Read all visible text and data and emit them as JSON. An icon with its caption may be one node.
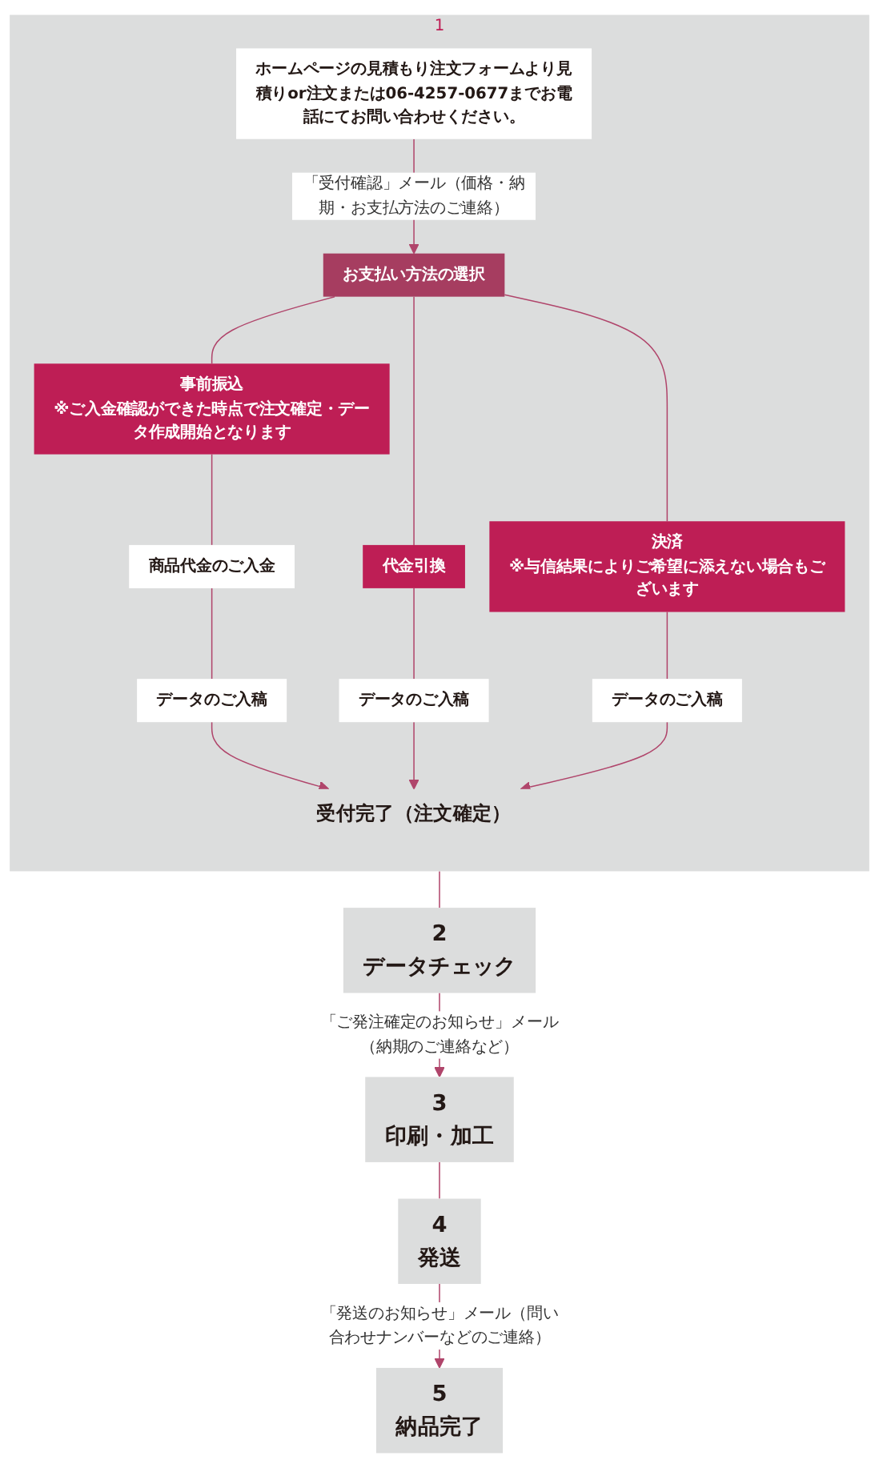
{
  "diagram": {
    "nodes": [
      {
        "text": [
          "1"
        ]
      },
      {
        "text": [
          "ホームページの見積もり注文フォームより見積りor注文または06-4257-0677までお電話にてお問い合わせください。"
        ],
        "in": 0
      },
      {
        "text": [
          "お支払い方法の選択"
        ],
        "in": 0
      },
      {
        "text": [
          "事前振込",
          "※ご入金確認ができた時点で注文確定・データ作成開始となります"
        ],
        "in": 0
      },
      {
        "text": [
          "代金引換"
        ],
        "in": 0
      },
      {
        "text": [
          "決済",
          "※与信結果によりご希望に添えない場合もございます"
        ],
        "in": 0
      },
      {
        "text": [
          "商品代金のご入金"
        ],
        "in": 0
      },
      {
        "text": [
          "データのご入稿"
        ],
        "in": 0
      },
      {
        "text": [
          "データのご入稿"
        ],
        "in": 0
      },
      {
        "text": [
          "データのご入稿"
        ],
        "in": 0
      },
      {
        "text": [
          "受付完了（注文確定）"
        ],
        "in": 0
      },
      {
        "text": [
          "2",
          "データチェック"
        ]
      },
      {
        "text": [
          "3",
          "印刷・加工"
        ]
      },
      {
        "text": [
          "4",
          "発送"
        ]
      },
      {
        "text": [
          "5",
          "納品完了"
        ]
      }
    ],
    "edges": [
      {
        "from": 1,
        "to": 2,
        "arrow": "to",
        "label": "「受付確認」メール（価格・納期・お支払方法のご連絡）"
      },
      {
        "from": 2,
        "to": 3,
        "arrow": "none"
      },
      {
        "from": 2,
        "to": 4,
        "arrow": "none"
      },
      {
        "from": 2,
        "to": 5,
        "arrow": "none"
      },
      {
        "from": 3,
        "to": 6,
        "arrow": "none"
      },
      {
        "from": 6,
        "to": 7,
        "arrow": "none"
      },
      {
        "from": 4,
        "to": 8,
        "arrow": "none"
      },
      {
        "from": 5,
        "to": 9,
        "arrow": "none"
      },
      {
        "from": 7,
        "to": 10,
        "arrow": "to"
      },
      {
        "from": 8,
        "to": 10,
        "arrow": "to"
      },
      {
        "from": 9,
        "to": 10,
        "arrow": "to"
      },
      {
        "from": 0,
        "to": 11,
        "arrow": "none"
      },
      {
        "from": 11,
        "to": 12,
        "arrow": "to",
        "label": "「ご発注確定のお知らせ」メール（納期のご連絡など）"
      },
      {
        "from": 12,
        "to": 13,
        "arrow": "none"
      },
      {
        "from": 13,
        "to": 14,
        "arrow": "to",
        "label": "「発送のお知らせ」メール（問い合わせナンバーなどのご連絡）"
      }
    ]
  }
}
